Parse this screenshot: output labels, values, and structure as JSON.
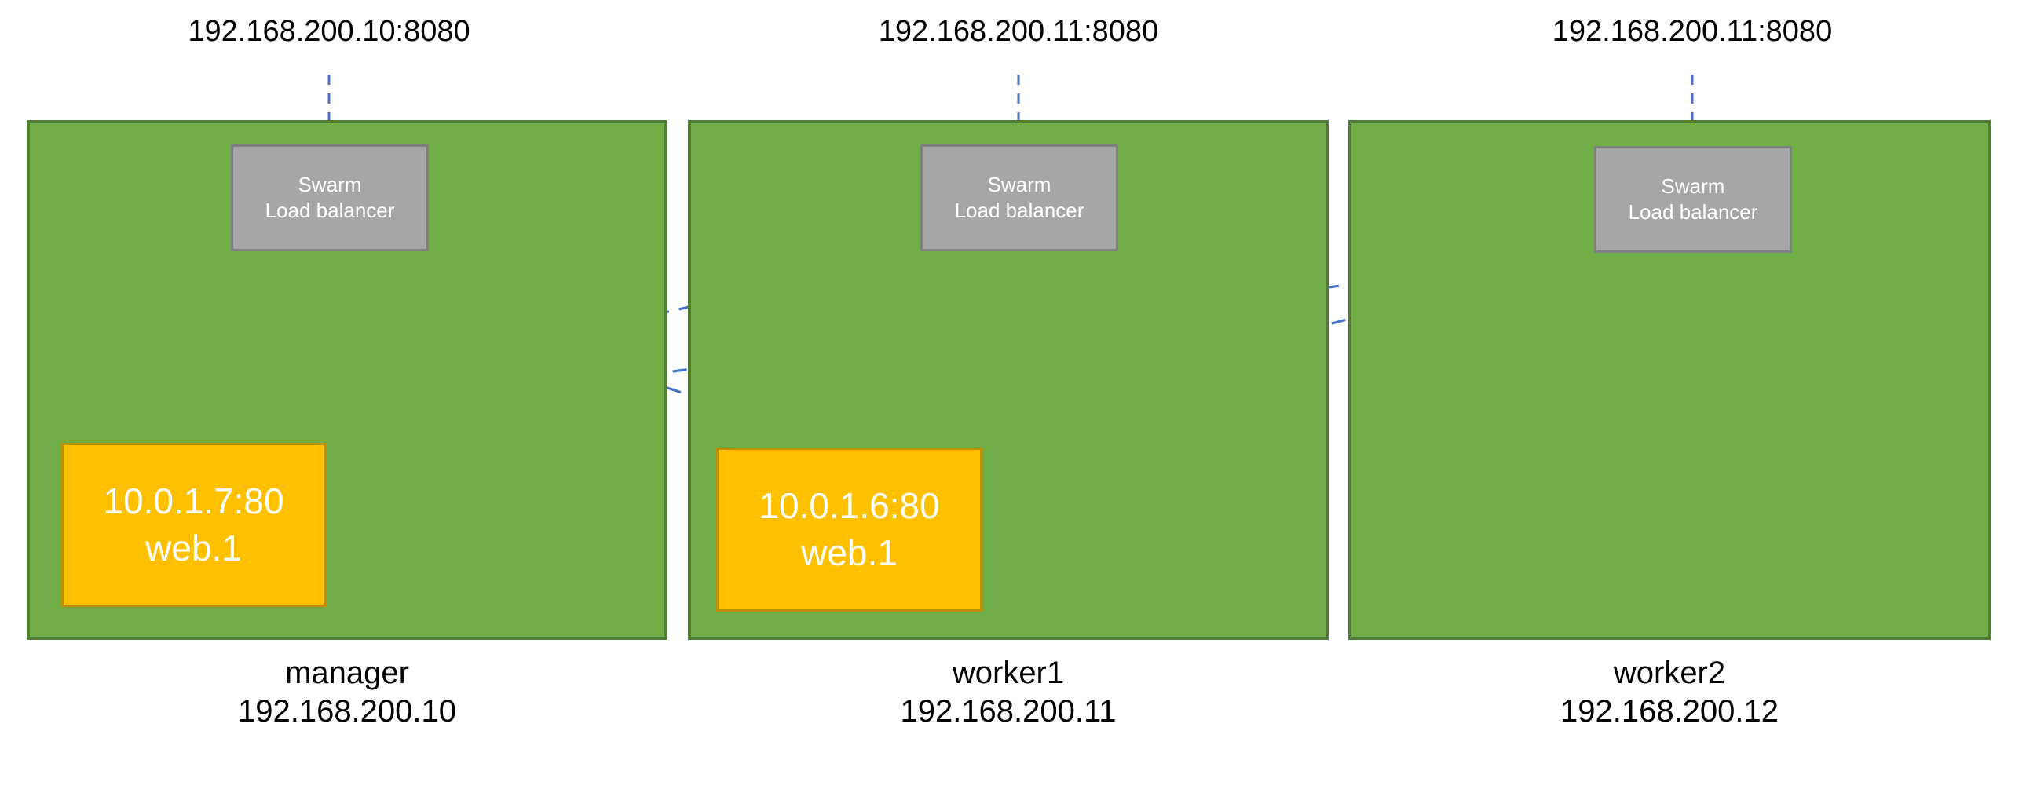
{
  "diagram": {
    "title": "Docker Swarm routing mesh across three nodes",
    "colors": {
      "node_fill": "#70AD47",
      "node_border": "#507E32",
      "lb_fill": "#A6A6A6",
      "lb_border": "#7F7F7F",
      "task_fill": "#FFC000",
      "task_border": "#BF8F00",
      "connector": "#4472C4",
      "text_dark": "#000000",
      "text_light": "#FFFFFF",
      "background": "#FFFFFF"
    }
  },
  "nodes": [
    {
      "id": "manager",
      "endpoint_label": "192.168.200.10:8080",
      "load_balancer": {
        "line1": "Swarm",
        "line2": "Load balancer"
      },
      "task": {
        "address": "10.0.1.7:80",
        "name": "web.1"
      },
      "host_name": "manager",
      "host_ip": "192.168.200.10"
    },
    {
      "id": "worker1",
      "endpoint_label": "192.168.200.11:8080",
      "load_balancer": {
        "line1": "Swarm",
        "line2": "Load balancer"
      },
      "task": {
        "address": "10.0.1.6:80",
        "name": "web.1"
      },
      "host_name": "worker1",
      "host_ip": "192.168.200.11"
    },
    {
      "id": "worker2",
      "endpoint_label": "192.168.200.11:8080",
      "load_balancer": {
        "line1": "Swarm",
        "line2": "Load balancer"
      },
      "task": null,
      "host_name": "worker2",
      "host_ip": "192.168.200.12"
    }
  ],
  "connections": [
    {
      "from": "manager-load-balancer",
      "to": "manager-task"
    },
    {
      "from": "manager-load-balancer",
      "to": "worker1-task"
    },
    {
      "from": "worker1-load-balancer",
      "to": "manager-task"
    },
    {
      "from": "worker1-load-balancer",
      "to": "worker1-task"
    },
    {
      "from": "worker2-load-balancer",
      "to": "manager-task"
    },
    {
      "from": "worker2-load-balancer",
      "to": "worker1-task"
    },
    {
      "from": "manager-endpoint-label",
      "to": "manager-load-balancer"
    },
    {
      "from": "worker1-endpoint-label",
      "to": "worker1-load-balancer"
    },
    {
      "from": "worker2-endpoint-label",
      "to": "worker2-load-balancer"
    }
  ]
}
